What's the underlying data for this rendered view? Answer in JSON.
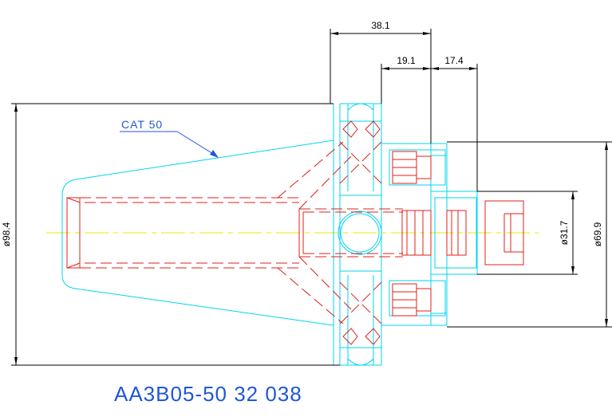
{
  "drawing": {
    "callout_label": "CAT 50",
    "part_number": "AA3B05-50 32 038",
    "dimensions": {
      "top_overall": "38.1",
      "top_mid": "19.1",
      "top_right": "17.4",
      "dia_flange": "ø98.4",
      "dia_bore": "ø31.7",
      "dia_body": "ø69.9"
    },
    "colors": {
      "outline": "#00d5ee",
      "hidden": "#e0201b",
      "centerline": "#e8e800",
      "dimension": "#000000",
      "callout": "#1f57d6"
    }
  }
}
